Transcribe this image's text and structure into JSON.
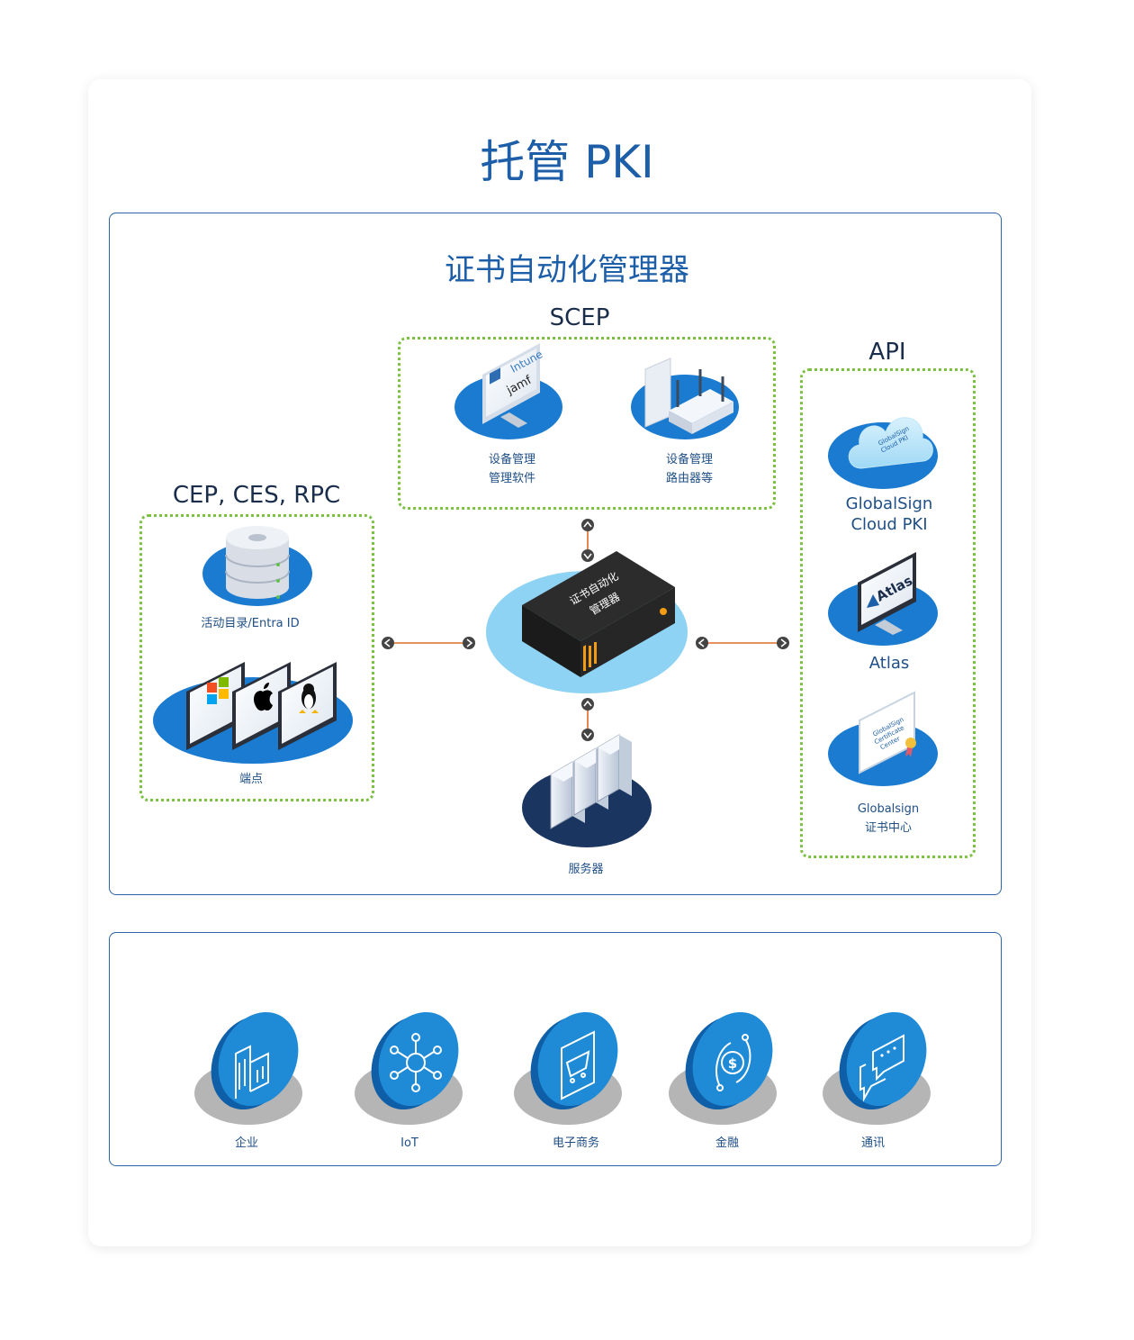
{
  "page_title": "托管 PKI",
  "manager_section": {
    "title": "证书自动化管理器",
    "box_label_line1": "证书自动化",
    "box_label_line2": "管理器"
  },
  "scep": {
    "title": "SCEP",
    "items": [
      {
        "line1": "设备管理",
        "line2": "管理软件",
        "screen_text_1": "Intune",
        "screen_text_2": "jamf"
      },
      {
        "line1": "设备管理",
        "line2": "路由器等"
      }
    ]
  },
  "cep": {
    "title": "CEP, CES, RPC",
    "items": [
      {
        "label": "活动目录/Entra ID"
      },
      {
        "label": "端点"
      }
    ]
  },
  "api": {
    "title": "API",
    "items": [
      {
        "line1": "GlobalSign",
        "line2": "Cloud PKI",
        "icon_text_1": "GlobalSign",
        "icon_text_2": "Cloud PKI"
      },
      {
        "label": "Atlas",
        "icon_text": "Atlas"
      },
      {
        "line1": "Globalsign",
        "line2": "证书中心",
        "icon_text_1": "GlobalSign",
        "icon_text_2": "Certificate",
        "icon_text_3": "Center"
      }
    ]
  },
  "server": {
    "label": "服务器"
  },
  "industries": [
    {
      "label": "企业",
      "icon": "building-icon"
    },
    {
      "label": "IoT",
      "icon": "network-icon"
    },
    {
      "label": "电子商务",
      "icon": "shopping-cart-icon"
    },
    {
      "label": "金融",
      "icon": "dollar-icon"
    },
    {
      "label": "通讯",
      "icon": "chat-icon"
    }
  ],
  "colors": {
    "brand_blue": "#1d5ea8",
    "disc_blue": "#1a7bd0",
    "dotted_green": "#7cc043",
    "connector_orange": "#e06b28",
    "server_navy": "#1a3560",
    "manager_glow": "#8fd3f4"
  }
}
